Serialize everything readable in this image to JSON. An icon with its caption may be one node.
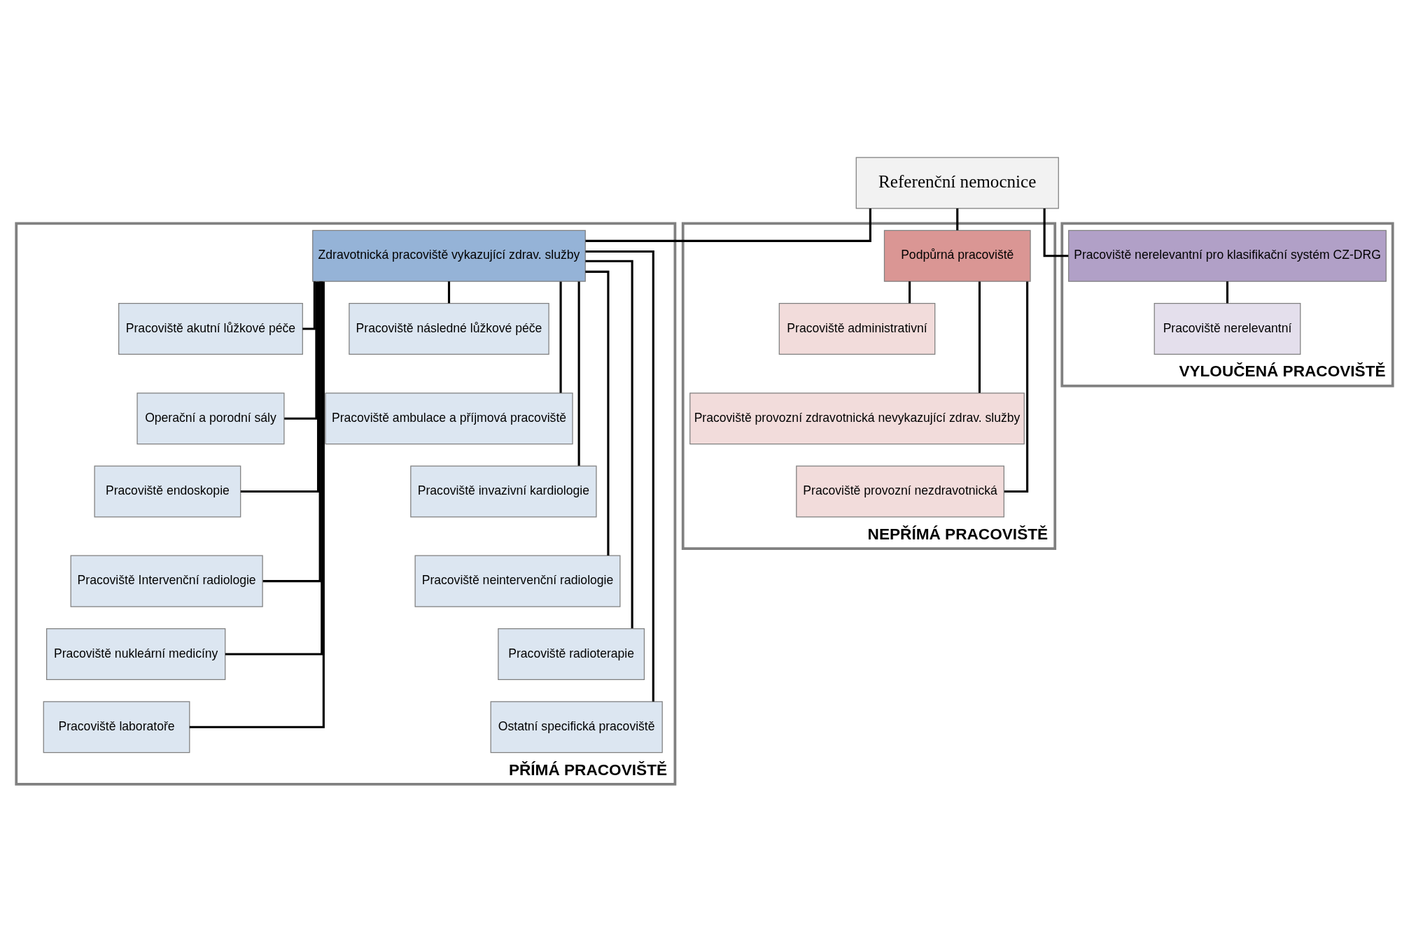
{
  "diagram": {
    "nodes": [
      {
        "text": [
          "Referenční nemocnice"
        ]
      },
      {
        "text": [
          "PŘÍMÁ PRACOVIŠTĚ"
        ]
      },
      {
        "text": [
          "Zdravotnická pracoviště vykazující zdrav. služby"
        ],
        "in": 1
      },
      {
        "text": [
          "Pracoviště akutní lůžkové péče"
        ],
        "in": 1
      },
      {
        "text": [
          "Pracoviště následné lůžkové péče"
        ],
        "in": 1
      },
      {
        "text": [
          "Operační a porodní sály"
        ],
        "in": 1
      },
      {
        "text": [
          "Pracoviště ambulace a příjmová pracoviště"
        ],
        "in": 1
      },
      {
        "text": [
          "Pracoviště endoskopie"
        ],
        "in": 1
      },
      {
        "text": [
          "Pracoviště invazivní kardiologie"
        ],
        "in": 1
      },
      {
        "text": [
          "Pracoviště Intervenční radiologie"
        ],
        "in": 1
      },
      {
        "text": [
          "Pracoviště neintervenční radiologie"
        ],
        "in": 1
      },
      {
        "text": [
          "Pracoviště nukleární medicíny"
        ],
        "in": 1
      },
      {
        "text": [
          "Pracoviště radioterapie"
        ],
        "in": 1
      },
      {
        "text": [
          "Pracoviště laboratoře"
        ],
        "in": 1
      },
      {
        "text": [
          "Ostatní specifická pracoviště"
        ],
        "in": 1
      },
      {
        "text": [
          "NEPŘÍMÁ PRACOVIŠTĚ"
        ]
      },
      {
        "text": [
          "Podpůrná pracoviště"
        ],
        "in": 15
      },
      {
        "text": [
          "Pracoviště administrativní"
        ],
        "in": 15
      },
      {
        "text": [
          "Pracoviště provozní zdravotnická nevykazující zdrav. služby"
        ],
        "in": 15
      },
      {
        "text": [
          "Pracoviště provozní nezdravotnická"
        ],
        "in": 15
      },
      {
        "text": [
          "VYLOUČENÁ PRACOVIŠTĚ"
        ]
      },
      {
        "text": [
          "Pracoviště nerelevantní pro klasifikační systém CZ-DRG"
        ],
        "in": 20
      },
      {
        "text": [
          "Pracoviště nerelevantní"
        ],
        "in": 20
      }
    ],
    "edges": [
      {
        "from": 0,
        "to": 2,
        "arrow": "none"
      },
      {
        "from": 0,
        "to": 16,
        "arrow": "none"
      },
      {
        "from": 0,
        "to": 21,
        "arrow": "none"
      },
      {
        "from": 2,
        "to": 3,
        "arrow": "none"
      },
      {
        "from": 2,
        "to": 4,
        "arrow": "none"
      },
      {
        "from": 2,
        "to": 5,
        "arrow": "none"
      },
      {
        "from": 2,
        "to": 6,
        "arrow": "none"
      },
      {
        "from": 2,
        "to": 7,
        "arrow": "none"
      },
      {
        "from": 2,
        "to": 8,
        "arrow": "none"
      },
      {
        "from": 2,
        "to": 9,
        "arrow": "none"
      },
      {
        "from": 2,
        "to": 10,
        "arrow": "none"
      },
      {
        "from": 2,
        "to": 11,
        "arrow": "none"
      },
      {
        "from": 2,
        "to": 12,
        "arrow": "none"
      },
      {
        "from": 2,
        "to": 13,
        "arrow": "none"
      },
      {
        "from": 2,
        "to": 14,
        "arrow": "none"
      },
      {
        "from": 16,
        "to": 17,
        "arrow": "none"
      },
      {
        "from": 16,
        "to": 18,
        "arrow": "none"
      },
      {
        "from": 16,
        "to": 19,
        "arrow": "none"
      },
      {
        "from": 21,
        "to": 22,
        "arrow": "none"
      }
    ]
  }
}
